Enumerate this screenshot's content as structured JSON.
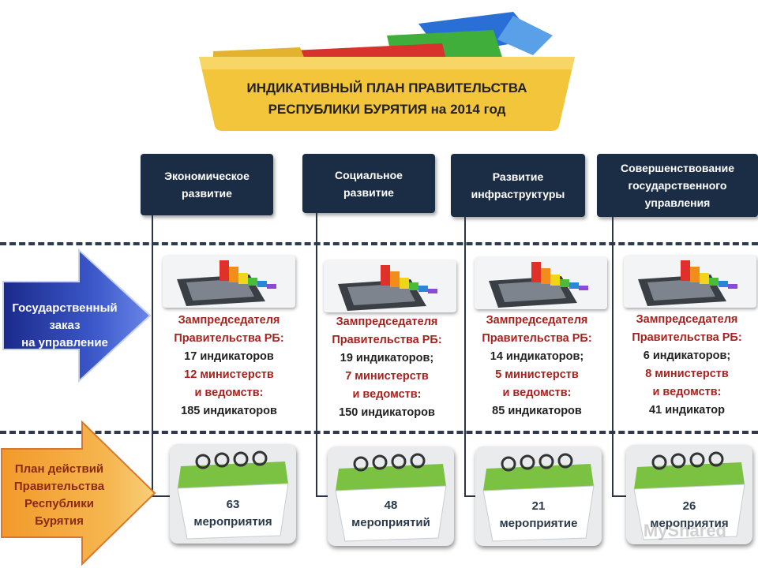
{
  "header": {
    "title_line1": "ИНДИКАТИВНЫЙ ПЛАН ПРАВИТЕЛЬСТВА",
    "title_line2": "РЕСПУБЛИКИ БУРЯТИЯ на 2014 год"
  },
  "arrows": {
    "blue_label": [
      "Государственный",
      "заказ",
      "на управление"
    ],
    "orange_label": [
      "План действий",
      "Правительства",
      "Республики",
      "Бурятия"
    ]
  },
  "columns": [
    {
      "header": [
        "Экономическое",
        "развитие"
      ],
      "deputy": [
        "Зампредседателя",
        "Правительства РБ:"
      ],
      "indicators": "17 индикаторов",
      "ministries": [
        "12 министерств",
        "и ведомств:"
      ],
      "ministry_indicators": "185 индикаторов",
      "events_count": "63",
      "events_label": "мероприятия"
    },
    {
      "header": [
        "Социальное",
        "развитие"
      ],
      "deputy": [
        "Зампредседателя",
        "Правительства РБ:"
      ],
      "indicators": "19 индикаторов;",
      "ministries": [
        "7 министерств",
        "и ведомств:"
      ],
      "ministry_indicators": "150 индикаторов",
      "events_count": "48",
      "events_label": "мероприятий"
    },
    {
      "header": [
        "Развитие",
        "инфраструктуры"
      ],
      "deputy": [
        "Зампредседателя",
        "Правительства РБ:"
      ],
      "indicators": "14 индикаторов;",
      "ministries": [
        "5 министерств",
        "и ведомств:"
      ],
      "ministry_indicators": "85 индикаторов",
      "events_count": "21",
      "events_label": "мероприятие"
    },
    {
      "header": [
        "Совершенствование",
        "государственного",
        "управления"
      ],
      "deputy": [
        "Зампредседателя",
        "Правительства РБ:"
      ],
      "indicators": "6 индикаторов;",
      "ministries": [
        "8 министерств",
        "и ведомств:"
      ],
      "ministry_indicators": "41 индикатор",
      "events_count": "26",
      "events_label": "мероприятия"
    }
  ],
  "watermark": "MyShared",
  "colors": {
    "header_bg": "#1b2d44",
    "accent_red": "#a8221e",
    "folder_yellow": "#f3c53a",
    "arrow_blue": "#2a3a9a",
    "arrow_orange": "#e88a1a"
  }
}
